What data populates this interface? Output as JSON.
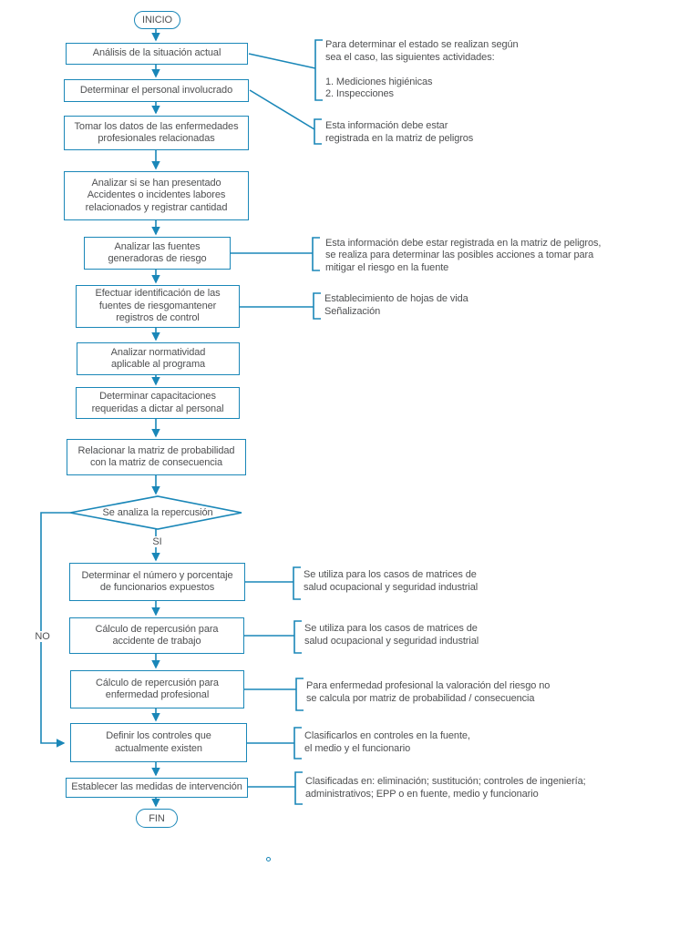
{
  "colors": {
    "accent": "#1a87b8",
    "text": "#4f5052"
  },
  "flow": {
    "start_label": "INICIO",
    "end_label": "FIN",
    "decision": {
      "label": "Se analiza la repercusión",
      "yes_label": "SI",
      "no_label": "NO"
    },
    "steps": [
      {
        "label": "Análisis de la situación actual"
      },
      {
        "label": "Determinar el personal involucrado"
      },
      {
        "label": "Tomar los datos de las enfermedades\nprofesionales relacionadas"
      },
      {
        "label": "Analizar si se han presentado\nAccidentes o incidentes labores\nrelacionados y registrar cantidad"
      },
      {
        "label": "Analizar las fuentes\ngeneradoras de riesgo"
      },
      {
        "label": "Efectuar identificación de las\nfuentes de riesgomantener\nregistros de control"
      },
      {
        "label": "Analizar normatividad\naplicable al programa"
      },
      {
        "label": "Determinar capacitaciones\nrequeridas a dictar al personal"
      },
      {
        "label": "Relacionar la matriz de probabilidad\ncon la matriz de consecuencia"
      },
      {
        "label": "Determinar el número y porcentaje\nde funcionarios expuestos"
      },
      {
        "label": "Cálculo de repercusión para\naccidente de trabajo"
      },
      {
        "label": "Cálculo de repercusión para\nenfermedad profesional"
      },
      {
        "label": "Definir los controles que\nactualmente existen"
      },
      {
        "label": "Establecer las medidas de intervención"
      }
    ],
    "annotations": [
      {
        "text": "Para determinar el estado se realizan según\nsea el caso, las siguientes actividades:\n\n1. Mediciones higiénicas\n2. Inspecciones"
      },
      {
        "text": "Esta información debe estar\nregistrada en la matriz de peligros"
      },
      {
        "text": "Esta información debe estar registrada en la matriz de peligros,\nse realiza para determinar las posibles acciones a tomar para\nmitigar el riesgo en la fuente"
      },
      {
        "text": "Establecimiento de hojas de vida\nSeñalización"
      },
      {
        "text": "Se utiliza para los casos de matrices de\nsalud ocupacional y seguridad industrial"
      },
      {
        "text": "Se utiliza para los casos de matrices de\nsalud ocupacional y seguridad industrial"
      },
      {
        "text": "Para enfermedad profesional la valoración del riesgo no\nse calcula por matriz de probabilidad / consecuencia"
      },
      {
        "text": "Clasificarlos en controles en la fuente,\nel medio y el funcionario"
      },
      {
        "text": "Clasificadas en: eliminación; sustitución; controles de ingeniería;\nadministrativos; EPP o en fuente, medio y funcionario"
      }
    ],
    "stray_mark": "°"
  }
}
